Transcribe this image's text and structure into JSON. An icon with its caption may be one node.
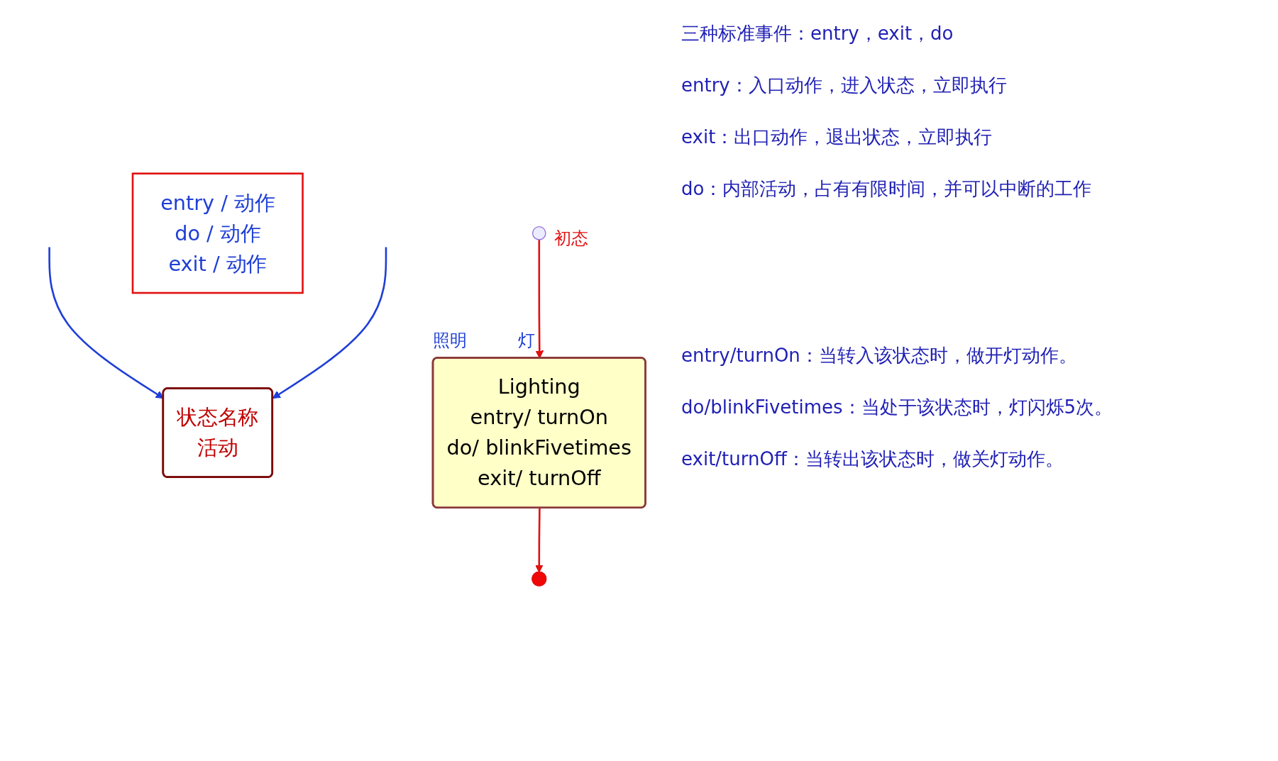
{
  "diagram": {
    "nodes": [
      {
        "text": [
          "状态名称",
          "活动"
        ]
      },
      {
        "text": [],
        "shape": "circle",
        "beside": [
          "初态"
        ]
      },
      {
        "text": [
          "Lighting",
          "entry/ turnOn",
          "do/ blinkFivetimes",
          "exit/ turnOff"
        ],
        "beside": [
          "照明",
          "灯"
        ]
      },
      {
        "text": [],
        "shape": "circle"
      },
      {
        "text": [
          "entry / 动作",
          "do / 动作",
          "exit / 动作"
        ]
      }
    ],
    "edges": [
      {
        "from": null,
        "to": 0,
        "arrow": "to",
        "color": "#1f3fd6"
      },
      {
        "from": null,
        "to": 0,
        "arrow": "to",
        "color": "#1f3fd6"
      },
      {
        "from": 1,
        "to": 2,
        "arrow": "to",
        "color": "#e01010"
      },
      {
        "from": 2,
        "to": 3,
        "arrow": "to",
        "color": "#e01010"
      }
    ],
    "labels": [
      "三种标准事件：entry，exit，do",
      "entry：入口动作，进入状态，立即执行",
      "exit：出口动作，退出状态，立即执行",
      "do：内部活动，占有有限时间，并可以中断的工作",
      "entry/turnOn：当转入该状态时，做开灯动作。",
      "do/blinkFivetimes：当处于该状态时，灯闪烁5次。",
      "exit/turnOff：当转出该状态时，做关灯动作。"
    ]
  }
}
